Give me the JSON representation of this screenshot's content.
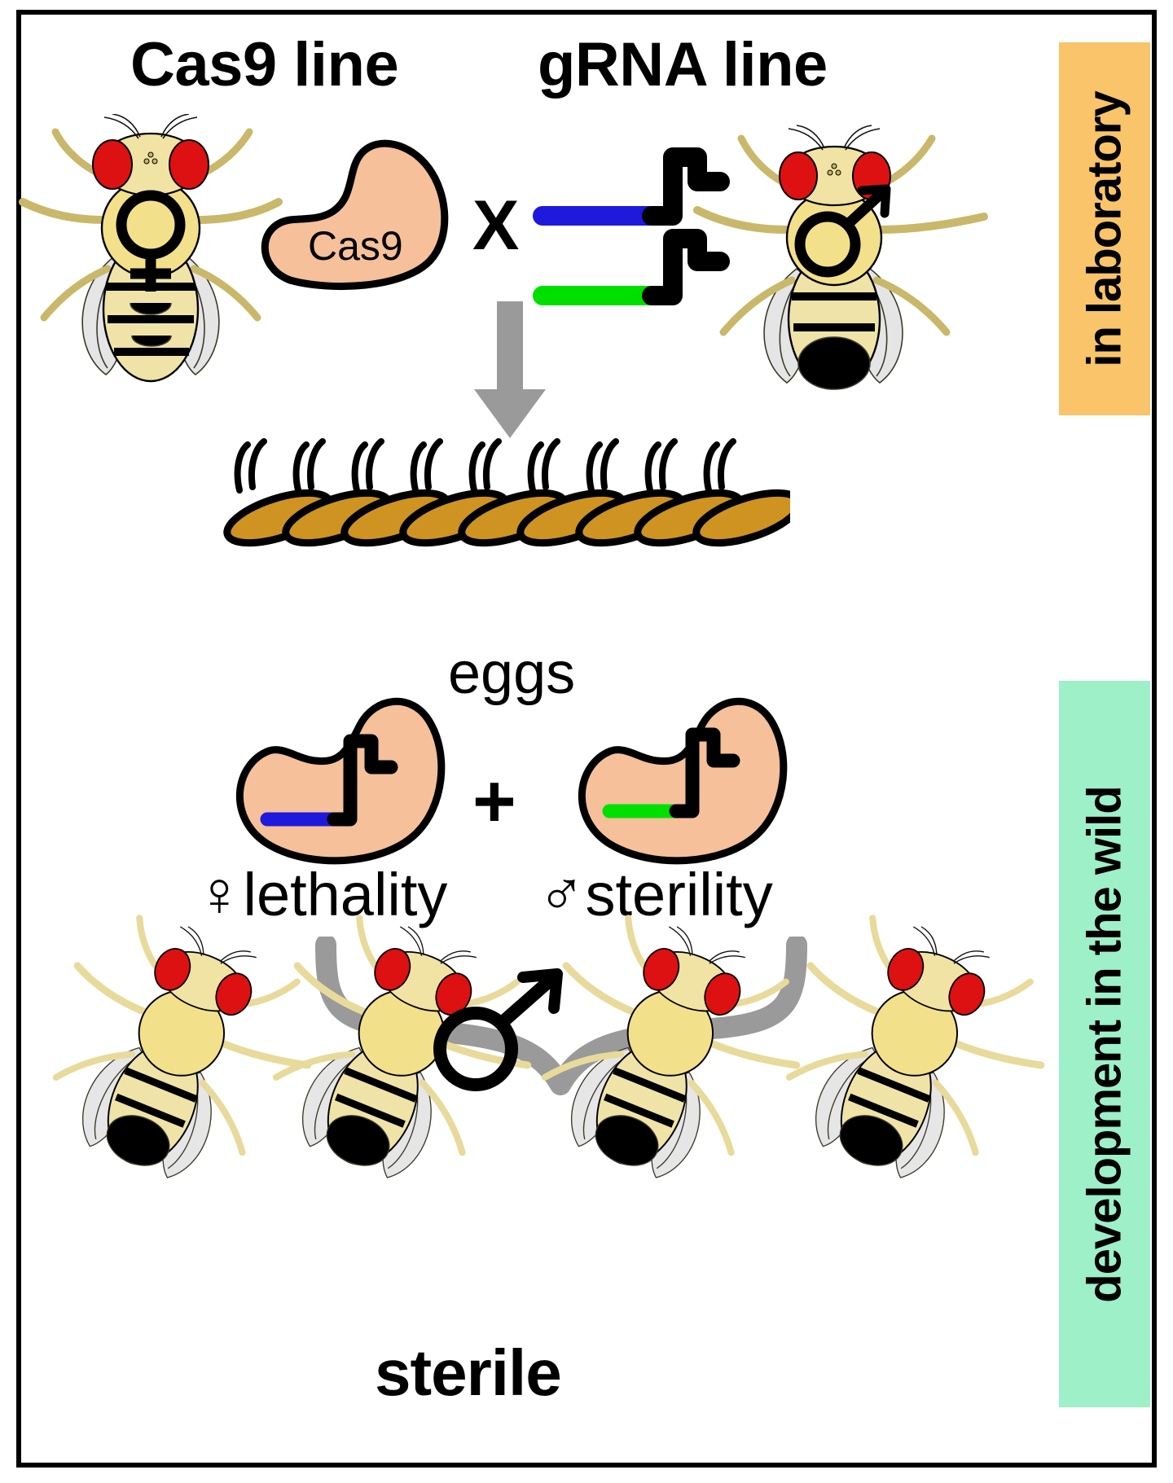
{
  "figure": {
    "type": "scientific-schematic",
    "background": "#ffffff",
    "border_color": "#000000"
  },
  "headings": {
    "cas9_line": "Cas9 line",
    "grna_line": "gRNA line"
  },
  "side_bars": [
    {
      "label": "in laboratory",
      "color": "#F9C46A"
    },
    {
      "label": "development in the wild",
      "color": "#9DF0C8"
    }
  ],
  "cross": {
    "operator": "X",
    "female_symbol": "♀",
    "male_symbol": "♂"
  },
  "cas9_blob": {
    "label": "Cas9",
    "fill": "#F5C09A",
    "stroke": "#000000"
  },
  "grna_constructs": [
    {
      "name": "grna-blue",
      "color": "#1E19DC"
    },
    {
      "name": "grna-green",
      "color": "#00E000"
    }
  ],
  "eggs": {
    "label": "eggs",
    "count": 9,
    "fill": "#CE9321",
    "stroke": "#000000"
  },
  "outcomes": {
    "plus": "+",
    "left": {
      "symbol": "♀",
      "label": "lethality",
      "construct_color": "#1E19DC",
      "embryo_fill": "#F5C09A"
    },
    "right": {
      "symbol": "♂",
      "label": "sterility",
      "construct_color": "#00E000",
      "embryo_fill": "#F5C09A"
    }
  },
  "adults": {
    "count": 4,
    "symbol": "♂",
    "label": "sterile",
    "body_color": "#F3E08A",
    "eye_color": "#DD1111",
    "wing_color": "#D8D8D8"
  },
  "arrows": {
    "down_arrow_color": "#9A9A9A",
    "brace_color": "#9A9A9A"
  }
}
